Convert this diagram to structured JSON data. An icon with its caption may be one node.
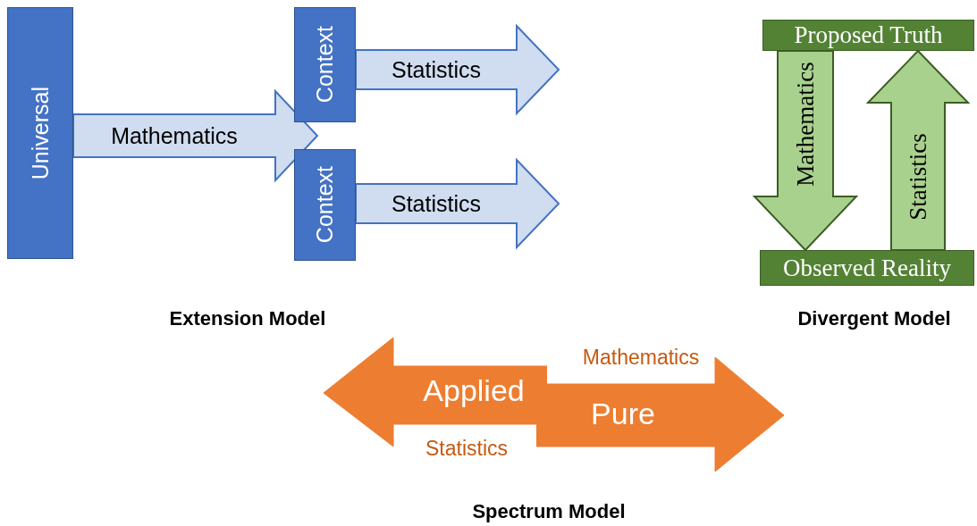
{
  "diagram": {
    "nodes": [
      {
        "text": [
          "Universal"
        ]
      },
      {
        "text": [
          "Context"
        ]
      },
      {
        "text": [
          "Context"
        ]
      },
      {
        "text": [
          "Proposed Truth"
        ]
      },
      {
        "text": [
          "Observed Reality"
        ]
      },
      {
        "text": [
          "Applied"
        ],
        "beside": [
          "Statistics"
        ]
      },
      {
        "text": [
          "Pure"
        ],
        "beside": [
          "Mathematics"
        ]
      }
    ],
    "edges": [
      {
        "from": 0,
        "to": null,
        "arrow": "to",
        "label": "Mathematics"
      },
      {
        "from": 1,
        "to": null,
        "arrow": "to",
        "label": "Statistics"
      },
      {
        "from": 2,
        "to": null,
        "arrow": "to",
        "label": "Statistics"
      },
      {
        "from": 3,
        "to": 4,
        "arrow": "to",
        "label": "Mathematics",
        "color": "#a9d18e"
      },
      {
        "from": 4,
        "to": 3,
        "arrow": "to",
        "label": "Statistics",
        "color": "#a9d18e"
      }
    ],
    "labels": [
      "Extension Model",
      "Divergent Model",
      "Spectrum Model"
    ]
  }
}
